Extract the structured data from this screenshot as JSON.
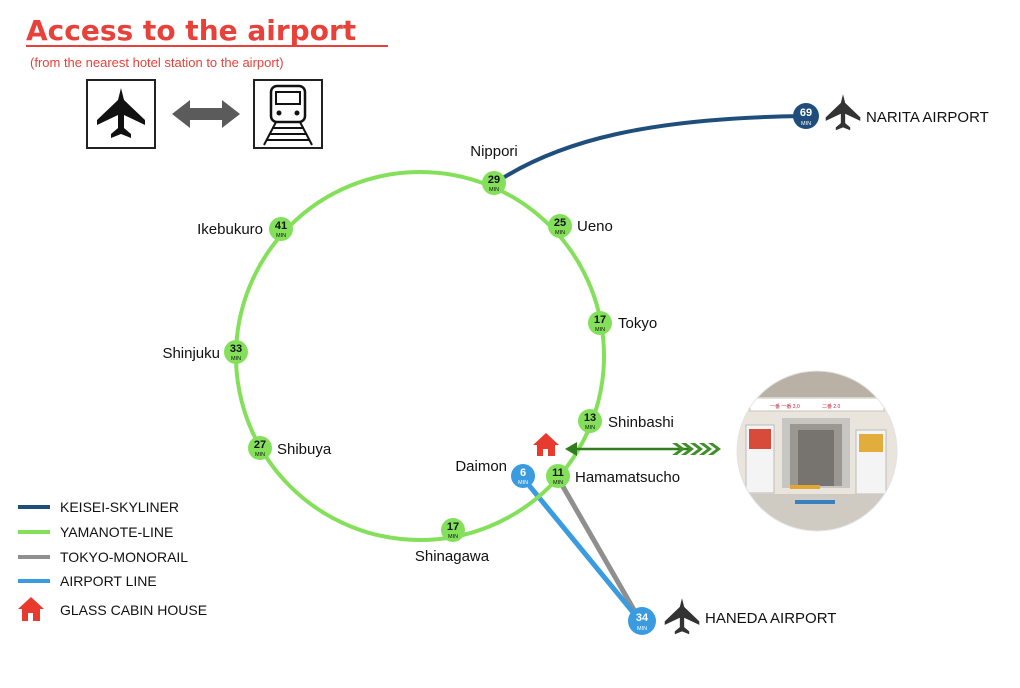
{
  "header": {
    "title": "Access to the airport",
    "subtitle": "(from the nearest hotel station to the airport)"
  },
  "unit": "MIN",
  "stations": {
    "nippori": {
      "name": "Nippori",
      "minutes": "29"
    },
    "ueno": {
      "name": "Ueno",
      "minutes": "25"
    },
    "tokyo": {
      "name": "Tokyo",
      "minutes": "17"
    },
    "shinbashi": {
      "name": "Shinbashi",
      "minutes": "13"
    },
    "hamamatsucho": {
      "name": "Hamamatsucho",
      "minutes": "11"
    },
    "daimon": {
      "name": "Daimon",
      "minutes": "6"
    },
    "shinagawa": {
      "name": "Shinagawa",
      "minutes": "17"
    },
    "shibuya": {
      "name": "Shibuya",
      "minutes": "27"
    },
    "shinjuku": {
      "name": "Shinjuku",
      "minutes": "33"
    },
    "ikebukuro": {
      "name": "Ikebukuro",
      "minutes": "41"
    }
  },
  "airports": {
    "narita": {
      "name": "NARITA AIRPORT",
      "minutes": "69"
    },
    "haneda": {
      "name": "HANEDA AIRPORT",
      "minutes": "34"
    }
  },
  "legend": [
    {
      "label": "KEISEI-SKYLINER",
      "color": "#1f4e7d"
    },
    {
      "label": "YAMANOTE-LINE",
      "color": "#84e05a"
    },
    {
      "label": "TOKYO-MONORAIL",
      "color": "#8f8f8f"
    },
    {
      "label": "AIRPORT LINE",
      "color": "#3a9be0"
    },
    {
      "label": "GLASS CABIN HOUSE",
      "color": "#e83a2f"
    }
  ],
  "photo": {
    "sign_left": "一番 一番 3,0",
    "sign_right": "二番 2.0"
  },
  "icons": [
    "airplane-icon",
    "double-arrow-icon",
    "train-icon",
    "house-icon",
    "chevron-arrow-icon"
  ]
}
